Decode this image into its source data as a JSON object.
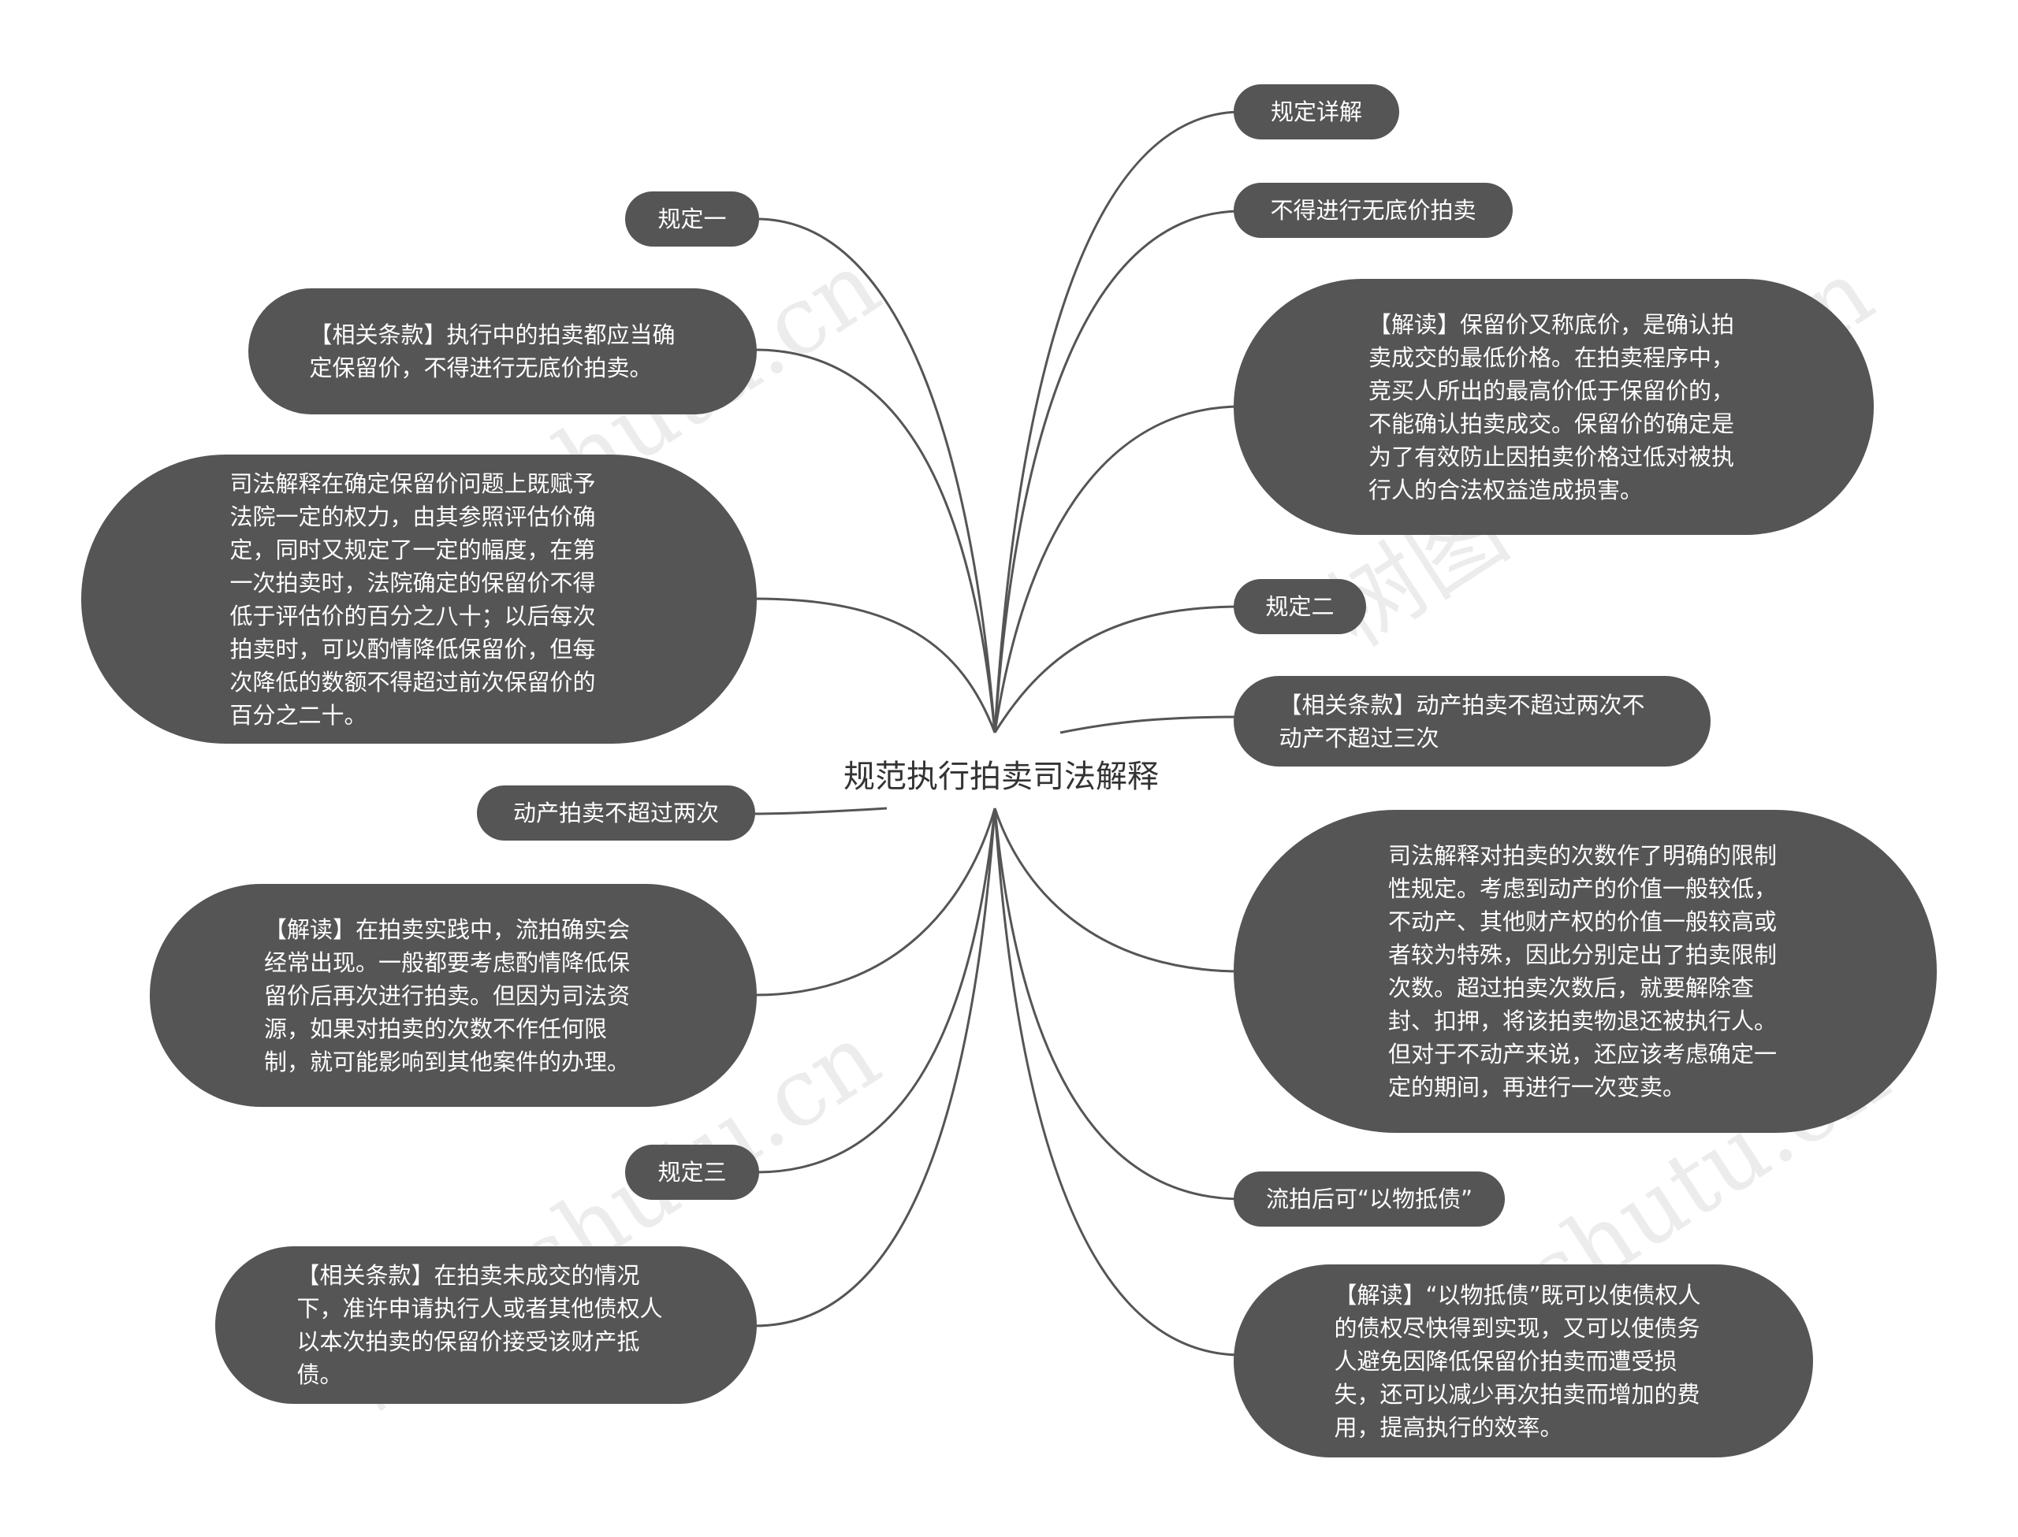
{
  "root": {
    "title": "规范执行拍卖司法解释"
  },
  "watermark": "树图 shutu.cn",
  "nodes": [
    {
      "id": "guiding-xiangjie",
      "text": "规定详解"
    },
    {
      "id": "budejinxing",
      "text": "不得进行无底价拍卖"
    },
    {
      "id": "jiedu-baoliujia",
      "text": "【解读】保留价又称底价，是确认拍卖成交的最低价格。在拍卖程序中，竞买人所出的最高价低于保留价的，不能确认拍卖成交。保留价的确定是为了有效防止因拍卖价格过低对被执行人的合法权益造成损害。"
    },
    {
      "id": "guiding-er",
      "text": "规定二"
    },
    {
      "id": "tiaokuan-cishu",
      "text": "【相关条款】动产拍卖不超过两次不动产不超过三次"
    },
    {
      "id": "jieshi-cishu",
      "text": "司法解释对拍卖的次数作了明确的限制性规定。考虑到动产的价值一般较低，不动产、其他财产权的价值一般较高或者较为特殊，因此分别定出了拍卖限制次数。超过拍卖次数后，就要解除查封、扣押，将该拍卖物退还被执行人。但对于不动产来说，还应该考虑确定一定的期间，再进行一次变卖。"
    },
    {
      "id": "liupai-diza",
      "text": "流拍后可“以物抵债”"
    },
    {
      "id": "jiedu-diza",
      "text": "【解读】“以物抵债”既可以使债权人的债权尽快得到实现，又可以使债务人避免因降低保留价拍卖而遭受损失，还可以减少再次拍卖而增加的费用，提高执行的效率。"
    },
    {
      "id": "guiding-yi",
      "text": "规定一"
    },
    {
      "id": "tiaokuan-baoliujia",
      "text": "【相关条款】执行中的拍卖都应当确定保留价，不得进行无底价拍卖。"
    },
    {
      "id": "jieshi-baoliujia",
      "text": "司法解释在确定保留价问题上既赋予法院一定的权力，由其参照评估价确定，同时又规定了一定的幅度，在第一次拍卖时，法院确定的保留价不得低于评估价的百分之八十；以后每次拍卖时，可以酌情降低保留价，但每次降低的数额不得超过前次保留价的百分之二十。"
    },
    {
      "id": "dongchan-liangci",
      "text": "动产拍卖不超过两次"
    },
    {
      "id": "jiedu-liupai",
      "text": "【解读】在拍卖实践中，流拍确实会经常出现。一般都要考虑酌情降低保留价后再次进行拍卖。但因为司法资源，如果对拍卖的次数不作任何限制，就可能影响到其他案件的办理。"
    },
    {
      "id": "guiding-san",
      "text": "规定三"
    },
    {
      "id": "tiaokuan-diza",
      "text": "【相关条款】在拍卖未成交的情况下，准许申请执行人或者其他债权人以本次拍卖的保留价接受该财产抵债。"
    }
  ]
}
